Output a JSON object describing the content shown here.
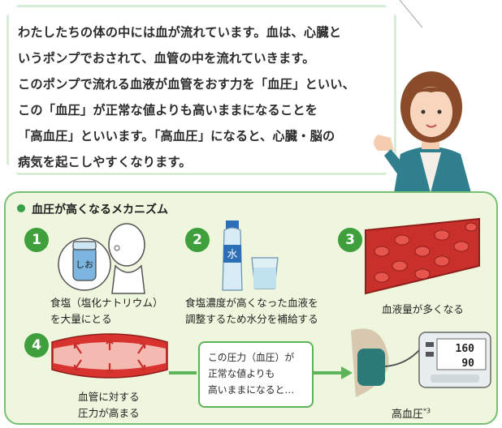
{
  "intro": {
    "lines": [
      "わたしたちの体の中には血が流れています。血は、心臓と",
      "いうポンプでおされて、血管の中を流れていきます。",
      "このポンプで流れる血液が血管をおす力を「血圧」といい、",
      "この「血圧」が正常な値よりも高いままになることを",
      "「高血圧」といいます。「高血圧」になると、心臓・脳の",
      "病気を起こしやすくなります。"
    ]
  },
  "mechanism": {
    "title": "血圧が高くなるメカニズム",
    "steps": [
      {
        "num": "1",
        "lines": [
          "食塩（塩化ナトリウム）",
          "を大量にとる"
        ],
        "icon": "salt-shaker-icon",
        "icon_label": "しお"
      },
      {
        "num": "2",
        "lines": [
          "食塩濃度が高くなった血液を",
          "調整するため水分を補給する"
        ],
        "icon": "water-bottle-icon",
        "icon_label": "水"
      },
      {
        "num": "3",
        "lines": [
          "血液量が多くなる"
        ],
        "icon": "blood-vessel-icon"
      },
      {
        "num": "4",
        "lines": [
          "血管に対する",
          "圧力が高まる"
        ],
        "icon": "vessel-pressure-icon"
      }
    ],
    "callout": [
      "この圧力（血圧）が",
      "正常な値よりも",
      "高いままになると…"
    ],
    "result": {
      "label": "高血圧",
      "note": "*3"
    },
    "monitor": {
      "top": "160",
      "bottom": "90"
    }
  },
  "colors": {
    "accent": "#3f9f3c",
    "panel": "#eef6dd",
    "border": "#78bf72",
    "blood": "#c9302c"
  }
}
